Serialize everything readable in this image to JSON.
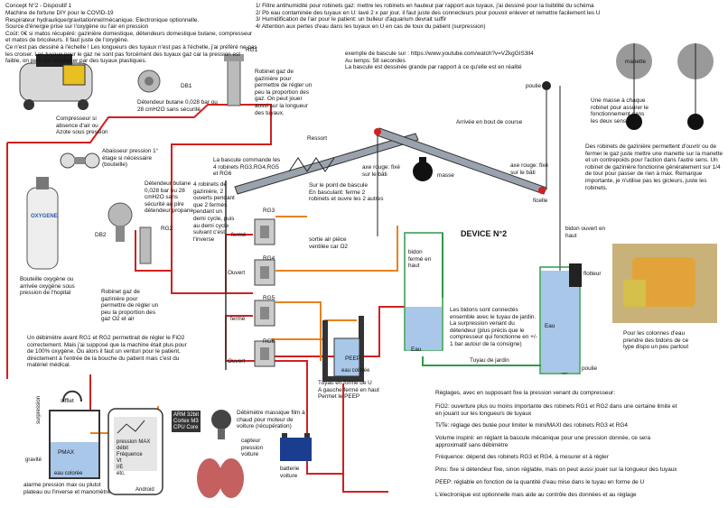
{
  "intro": {
    "title": "Concept N°2 - Dispositif 1",
    "lines": "Machine de fortune DIY pour le COVID-19\nRespirateur hydraulique/gravitationnel/mécanique. Electronique optionnelle.\nSource d'énergie prise sur l'oxygène ou l'air en pression\nCoût: 0€ si matos récupéré: gazinière domestique, détendeurs domestique butane, compresseur\net matos de bricoleurs. Il faut juste de l'oxygène.\nCe n'est pas dessiné à l'échelle ! Les longueurs des tuyaux n'est pas à l'échelle, j'ai préféré ne pas\nles croiser. Les tuyaux pour le gaz ne sont pas forcément des tuyaux gaz car la pression est\nfaible, on peut les remplacer par des tuyaux plastiques."
  },
  "notes_top": "1/ Filtre antihumidité pour robinets gaz: mettre les robinets en hauteur par rapport aux tuyaux, j'ai dessiné pour la lisibilité du schéma\n2/ Pb eau contaminée des tuyaux en U: lavé 2 x par jour, il faut juste des connecteurs pour pouvoir enlever et remettre facilement les U\n3/ Humidification de l'air pour le patient: un bulleur d'aquarium devrait suffir\n4/ Attention aux pertes d'eau dans les tuyaux en U en cas de toux du patient (surpression)",
  "labels": {
    "rg1": "RG1",
    "db1": "DB1",
    "rg1_desc": "Robinet gaz de\ngazinière pour\npermettre de régler un\npeu la proportion des\ngaz. On peut jouer\naussi sur la longueur\ndes tuyaux.",
    "db1_desc": "Détendeur butane 0,028 bar ou\n28 cmH2O sans sécurité",
    "compressor": "Compresseur si\nabsence d'air ou\nAzote sous pression",
    "pressure_gauge": "Abaisseur pression 1°\nétage si nécessaire\n(bouteille)",
    "db2_desc": "Détendeur butane\n0,028 bar ou 28\ncmH2O sans\nsécurité au pire\ndétendeur propane",
    "db2": "DB2",
    "rg2": "RG2",
    "rg2_desc": "Robinet gaz de\ngazinière pour\npermettre de régler un\npeu la proportion des\ngaz O2 et air",
    "bottle": "Bouteille oxygène ou\narrivée oxygène sous\npression de l'hopital",
    "bottle_mark": "OXYGENE",
    "four_taps": "4 robinets de\ngazinière, 2\nouverts pendant\nque 2 fermés\npendant un\ndemi cycle, puis\nau demi cycle\nsuivant c'est\nl'inverse",
    "rods": "La bascule commande les\n4 robinets RG3,RG4,RG5\net RG6",
    "spring": "Ressort",
    "arrival": "Arrivée en bout de course",
    "axis_left": "axe rouge: fixé\nsur le bâti",
    "axis_right": "axe rouge: fixé\nsur le bâti",
    "mass": "masse",
    "pivot": "Sur le point de bascule\nEn basculant: ferme 2\nrobinets et ouvre les 2 autres",
    "pulley_top": "poulie",
    "pulley_bottom": "poulie",
    "string": "ficelle",
    "bidon_fixed": "bidon\nfermé en\nhaut",
    "bidon_open": "bidon ouvert en\nhaut",
    "float": "flotteur",
    "water_left": "Eau",
    "water_right": "Eau",
    "device": "DEVICE N°2",
    "connected": "Les bidons sont connectés\nensemble avec le tuyau de jardin.\nLa surpression venant du\ndétendeur (plus précis que le\ncompresseur qui fonctionne en +/-\n1 bar autour de la consigne)",
    "garden_hose": "Tuyau de jardin",
    "rg3": "RG3",
    "rg4": "RG4",
    "rg5": "RG5",
    "rg6": "RG6",
    "ferme1": "fermé",
    "ouvert1": "Ouvert",
    "ferme2": "fermé",
    "ouvert2": "Ouvert",
    "exhaust": "sortie air pièce\nventilée car O2",
    "peep": "PEEP",
    "peep_scale": "eau colorée",
    "u_tube": "Tuyau en forme de U\nA gauche fermé en haut\nPermet le PEEP",
    "example": "exemple de bascule sur : https://www.youtube.com/watch?v=VZkgGIS3ll4\nAu temps: 58 secondes\nLa bascule est dessinée grande par rapport à ce qu'elle est en réalité",
    "debimeter_note": "Un débimètre avant RG1 et RG2 permettrait de régler le FiO2\ncorrectement. Mais j'ai supposé que la machine était plus pour\nde 100% oxygène. Ou alors il faut un venturi pour le patient,\ndirectement à l'entrée de la bouche du patient mais c'est du\nmatériel médical.",
    "sifflet": "sifflet",
    "pmax": "PMAX",
    "pmax_scale": "eau colorée",
    "surpression": "surpression",
    "gravite": "gravité",
    "alarm": "alarme pression max ou plutot\nplateau ou l'inverse et manomètre",
    "android_screen": "pression MAX\ndébit\nFréquence\nVt\nI/E\netc.",
    "android": "Android",
    "arm": "ARM 32bit\nCortex M3\nCPU Core",
    "debimeter": "Débimètre massique film à\nchaud pour moteur de\nvoiture (récupération)",
    "sensor": "capteur\npression\nvoiture",
    "battery": "batterie\nvoiture",
    "mass_right": "Une masse à chaque\nrobinet pour assurer le\nfonctionnement dans\nles deux sens",
    "manette": "manette",
    "taps_right": "Des robinets de gazinière permettent d'ouvrir ou de\nfermer le gaz juste mettre une manette sur la manette\net un contrepoids pour l'action dans l'autre sens. Un\nrobinet de gazinière fonctionne généralement sur 1/4\nde tour pour passer de rien à max. Remarque\nimportante, je n'utilise pas les gicleurs, juste les\nrobinets.",
    "photo_caption": "Pour les colonnes d'eau\nprendre des bidons de ce\ntype dispo un peu partout",
    "settings": [
      "Réglages, avec en supposant fixe la pression venant du compresseur:",
      "FiO2: ouverture plus ou moins importante des robinets RG1 et RG2 dans une certaine limite et\nen jouant sur les longueurs de tuyaux",
      "Ti/Te: réglage des butée pour limiter le mini/MAXI des robinets RG3 et RG4",
      "Volume inspiré: en réglant la bascule mécanique pour une pression donnée, ce sera\napproximatif sans débimètre",
      "Fréquence: dépend des robinets RG3 et RG4, à mesurer et à régler",
      "Pins: fixe si détendeur fixe, sinon réglable, mais on peut aussi jouer sur la longueur des tuyaux",
      "PEEP: réglable en fonction de la quantité d'eau mise dans le tuyau en forme de U",
      "L'électronique est optionnelle mais aide au contrôle des données et au réglage"
    ]
  },
  "colors": {
    "red_pipe": "#d02020",
    "orange_pipe": "#e8821e",
    "green_pipe": "#2f9a4a",
    "water": "#a9c7e8",
    "water_dark": "#5b87c5",
    "pulley": "#888888"
  }
}
